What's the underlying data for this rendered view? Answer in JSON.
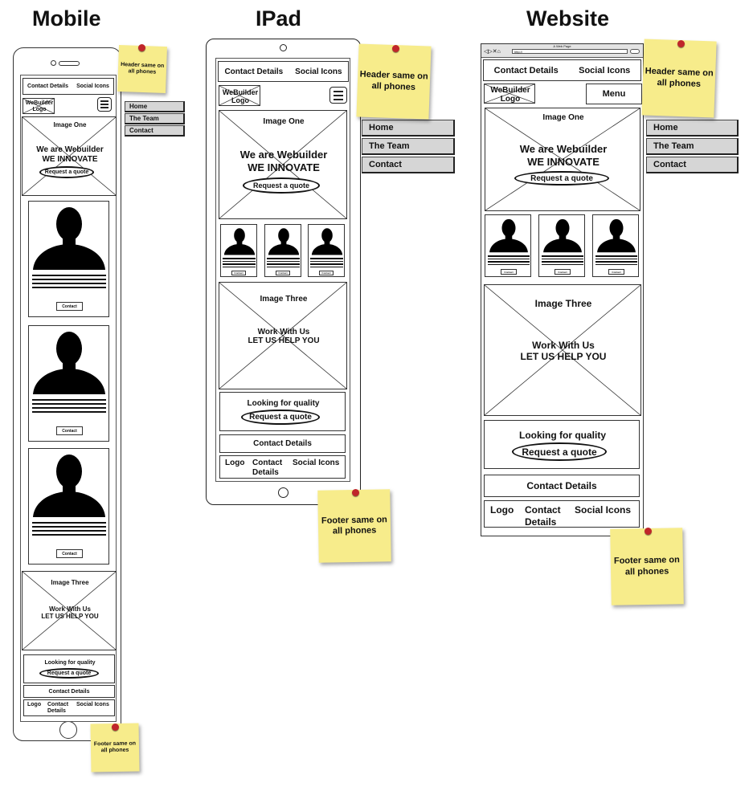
{
  "titles": {
    "mobile": "Mobile",
    "ipad": "IPad",
    "website": "Website"
  },
  "header": {
    "contact": "Contact Details",
    "social": "Social Icons",
    "logo": "WeBuilder Logo",
    "menu": "Menu"
  },
  "nav": {
    "home": "Home",
    "team": "The Team",
    "contact": "Contact"
  },
  "hero": {
    "image": "Image One",
    "line1": "We are Webuilder",
    "line2": "WE INNOVATE",
    "cta": "Request a quote"
  },
  "team": {
    "contact_btn": "Contact"
  },
  "section3": {
    "image": "Image Three",
    "line1": "Work With Us",
    "line2": "LET US HELP YOU"
  },
  "quality": {
    "text": "Looking for quality",
    "cta": "Request a quote"
  },
  "footer": {
    "contact_bar": "Contact Details",
    "logo": "Logo",
    "contact1": "Contact",
    "contact2": "Details",
    "social": "Social Icons"
  },
  "notes": {
    "header": "Header same on all phones",
    "footer": "Footer same on all phones"
  },
  "browser": {
    "tab": "A Web Page",
    "url": "http://"
  }
}
